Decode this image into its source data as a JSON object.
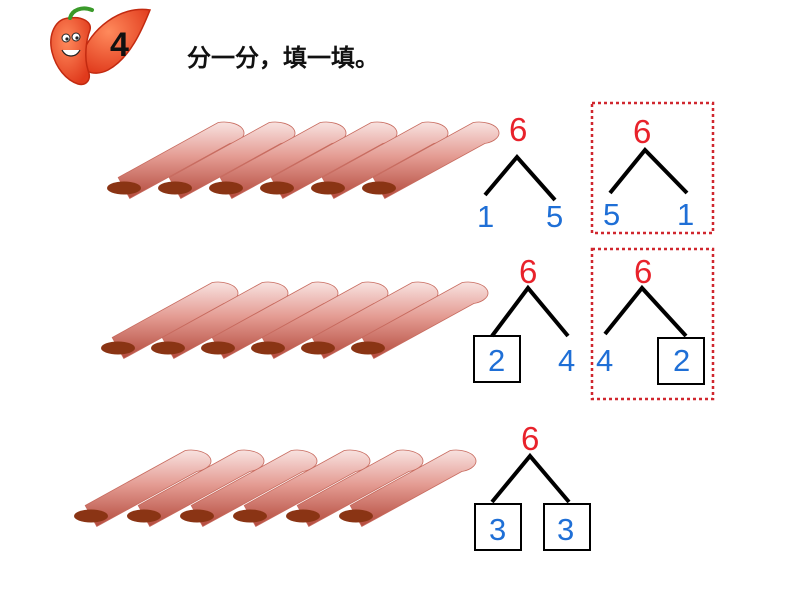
{
  "header": {
    "badge_number": "4",
    "title": "分一分，填一填。"
  },
  "stick_rows": [
    {
      "count": 6
    },
    {
      "count": 6
    },
    {
      "count": 6
    }
  ],
  "trees": [
    {
      "top": "6",
      "left": "1",
      "right": "5",
      "left_boxed": false,
      "right_boxed": false,
      "highlighted": false
    },
    {
      "top": "6",
      "left": "5",
      "right": "1",
      "left_boxed": false,
      "right_boxed": false,
      "highlighted": true
    },
    {
      "top": "6",
      "left": "2",
      "right": "4",
      "left_boxed": true,
      "right_boxed": false,
      "highlighted": false
    },
    {
      "top": "6",
      "left": "4",
      "right": "2",
      "left_boxed": false,
      "right_boxed": true,
      "highlighted": true
    },
    {
      "top": "6",
      "left": "3",
      "right": "3",
      "left_boxed": true,
      "right_boxed": true,
      "highlighted": false
    }
  ],
  "colors": {
    "top_number": "#e8222b",
    "part_number": "#1f6fd6",
    "highlight_border": "#d0262e",
    "stick_shade": "#b34a3c",
    "stick_end": "#8a3414",
    "badge": "#e84a2a"
  },
  "icons": {
    "mascot": "chili-pepper-mascot-icon"
  }
}
